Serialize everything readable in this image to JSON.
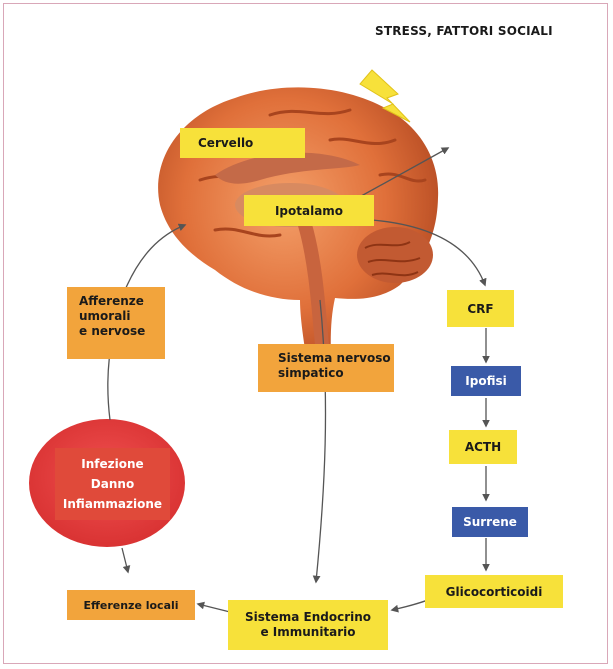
{
  "header": {
    "title": "STRESS, FATTORI SOCIALI"
  },
  "diagram": {
    "cervello": "Cervello",
    "ipotalamo": "Ipotalamo",
    "afferenze": [
      "Afferenze",
      "umorali",
      "e nervose"
    ],
    "simpatico": [
      "Sistema nervoso",
      "simpatico"
    ],
    "crf": "CRF",
    "ipofisi": "Ipofisi",
    "acth": "ACTH",
    "surrene": "Surrene",
    "glicocorticoidi": "Glicocorticoidi",
    "infezione": [
      "Infezione",
      "Danno",
      "Infiammazione"
    ],
    "efferenze": "Efferenze locali",
    "endocrino": [
      "Sistema Endocrino",
      "e Immunitario"
    ]
  },
  "colors": {
    "yellow": "#f7e13a",
    "orange": "#f2a43c",
    "blue": "#3a5aa8",
    "red": "#e23c3c",
    "brain": "#e0703a",
    "lightning": "#f7e13a"
  },
  "icons": {
    "brain": "brain-illustration",
    "lightning": "lightning-bolt-icon"
  }
}
